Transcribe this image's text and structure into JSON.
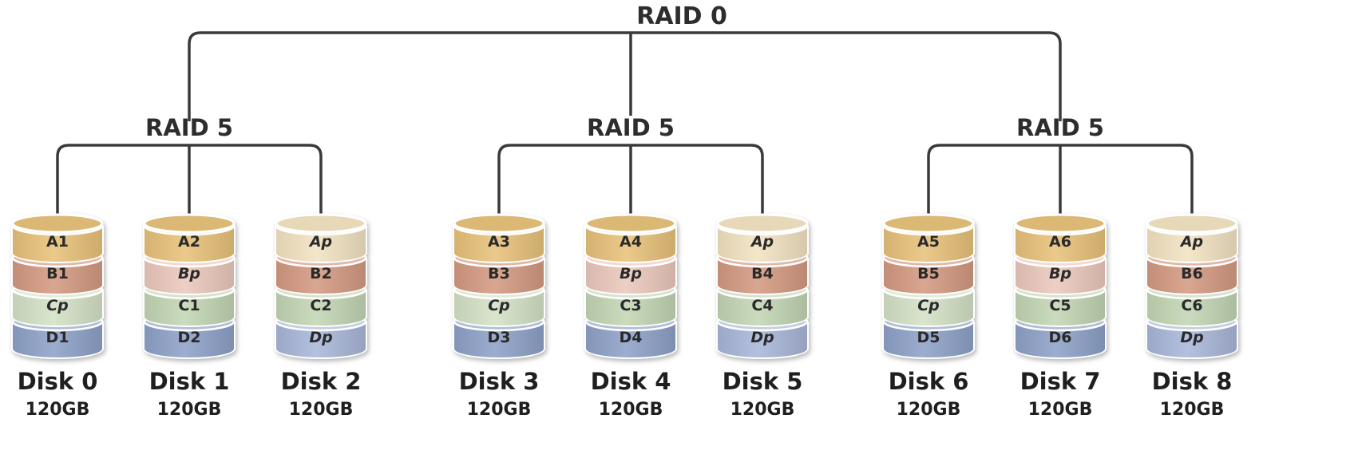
{
  "top_label": "RAID 0",
  "groups": [
    {
      "label": "RAID 5",
      "disks": [
        {
          "name": "Disk 0",
          "capacity": "120GB",
          "blocks": [
            {
              "label": "A1",
              "type": "A",
              "parity": false
            },
            {
              "label": "B1",
              "type": "B",
              "parity": false
            },
            {
              "label": "Cp",
              "type": "C",
              "parity": true
            },
            {
              "label": "D1",
              "type": "D",
              "parity": false
            }
          ]
        },
        {
          "name": "Disk 1",
          "capacity": "120GB",
          "blocks": [
            {
              "label": "A2",
              "type": "A",
              "parity": false
            },
            {
              "label": "Bp",
              "type": "B",
              "parity": true
            },
            {
              "label": "C1",
              "type": "C",
              "parity": false
            },
            {
              "label": "D2",
              "type": "D",
              "parity": false
            }
          ]
        },
        {
          "name": "Disk 2",
          "capacity": "120GB",
          "blocks": [
            {
              "label": "Ap",
              "type": "A",
              "parity": true
            },
            {
              "label": "B2",
              "type": "B",
              "parity": false
            },
            {
              "label": "C2",
              "type": "C",
              "parity": false
            },
            {
              "label": "Dp",
              "type": "D",
              "parity": true
            }
          ]
        }
      ]
    },
    {
      "label": "RAID 5",
      "disks": [
        {
          "name": "Disk 3",
          "capacity": "120GB",
          "blocks": [
            {
              "label": "A3",
              "type": "A",
              "parity": false
            },
            {
              "label": "B3",
              "type": "B",
              "parity": false
            },
            {
              "label": "Cp",
              "type": "C",
              "parity": true
            },
            {
              "label": "D3",
              "type": "D",
              "parity": false
            }
          ]
        },
        {
          "name": "Disk 4",
          "capacity": "120GB",
          "blocks": [
            {
              "label": "A4",
              "type": "A",
              "parity": false
            },
            {
              "label": "Bp",
              "type": "B",
              "parity": true
            },
            {
              "label": "C3",
              "type": "C",
              "parity": false
            },
            {
              "label": "D4",
              "type": "D",
              "parity": false
            }
          ]
        },
        {
          "name": "Disk 5",
          "capacity": "120GB",
          "blocks": [
            {
              "label": "Ap",
              "type": "A",
              "parity": true
            },
            {
              "label": "B4",
              "type": "B",
              "parity": false
            },
            {
              "label": "C4",
              "type": "C",
              "parity": false
            },
            {
              "label": "Dp",
              "type": "D",
              "parity": true
            }
          ]
        }
      ]
    },
    {
      "label": "RAID 5",
      "disks": [
        {
          "name": "Disk 6",
          "capacity": "120GB",
          "blocks": [
            {
              "label": "A5",
              "type": "A",
              "parity": false
            },
            {
              "label": "B5",
              "type": "B",
              "parity": false
            },
            {
              "label": "Cp",
              "type": "C",
              "parity": true
            },
            {
              "label": "D5",
              "type": "D",
              "parity": false
            }
          ]
        },
        {
          "name": "Disk 7",
          "capacity": "120GB",
          "blocks": [
            {
              "label": "A6",
              "type": "A",
              "parity": false
            },
            {
              "label": "Bp",
              "type": "B",
              "parity": true
            },
            {
              "label": "C5",
              "type": "C",
              "parity": false
            },
            {
              "label": "D6",
              "type": "D",
              "parity": false
            }
          ]
        },
        {
          "name": "Disk 8",
          "capacity": "120GB",
          "blocks": [
            {
              "label": "Ap",
              "type": "A",
              "parity": true
            },
            {
              "label": "B6",
              "type": "B",
              "parity": false
            },
            {
              "label": "C6",
              "type": "C",
              "parity": false
            },
            {
              "label": "Dp",
              "type": "D",
              "parity": true
            }
          ]
        }
      ]
    }
  ],
  "colors": {
    "A": "#e8c27a",
    "A_parity": "#f3e3c2",
    "B": "#d49a82",
    "B_parity": "#ecc9bd",
    "C": "#c4d6b4",
    "C_parity": "#d4e2c6",
    "D": "#8ea2c8",
    "D_parity": "#a9b7d9",
    "wire": "#3a3a3a"
  }
}
